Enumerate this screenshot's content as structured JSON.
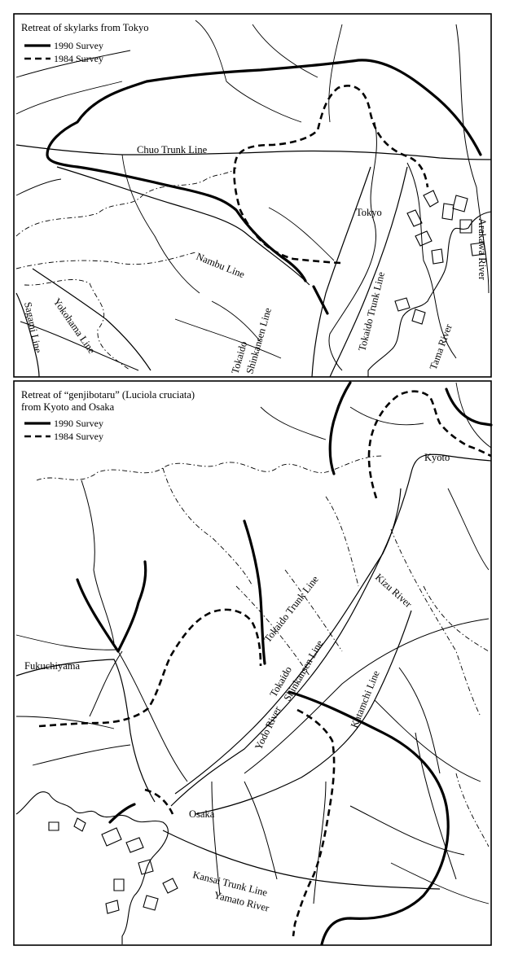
{
  "map_top": {
    "title": "Retreat of skylarks from Tokyo",
    "legend": {
      "survey_1990": "1990 Survey",
      "survey_1984": "1984 Survey"
    },
    "labels": {
      "chuo": "Chuo Trunk Line",
      "tokyo": "Tokyo",
      "nambu": "Nambu Line",
      "yokohama": "Yokohama Line",
      "sagami": "Sagami Line",
      "tokaido_shinkansen_1": "Tokaido",
      "tokaido_shinkansen_2": "Shinkansen Line",
      "tokaido_trunk": "Tokaido Trunk Line",
      "arakawa": "Arakawa River",
      "tama": "Tama River"
    }
  },
  "map_bottom": {
    "title_line1": "Retreat of “genjibotaru” (Luciola cruciata)",
    "title_line2": "from Kyoto and Osaka",
    "legend": {
      "survey_1990": "1990 Survey",
      "survey_1984": "1984 Survey"
    },
    "labels": {
      "kyoto": "Kyoto",
      "tokaido_trunk": "Tokaido Trunk Line",
      "kizu": "Kizu River",
      "fukuchiyama": "Fukuchiyama",
      "tokaido_shinkansen_1": "Tokaido",
      "tokaido_shinkansen_2": "Shinkansen Line",
      "katamachi": "Katamchi Line",
      "yodo": "Yodo River",
      "osaka": "Osaka",
      "kansai": "Kansai Trunk Line",
      "yamato": "Yamato River"
    }
  },
  "colors": {
    "ink": "#000000",
    "paper": "#ffffff"
  }
}
